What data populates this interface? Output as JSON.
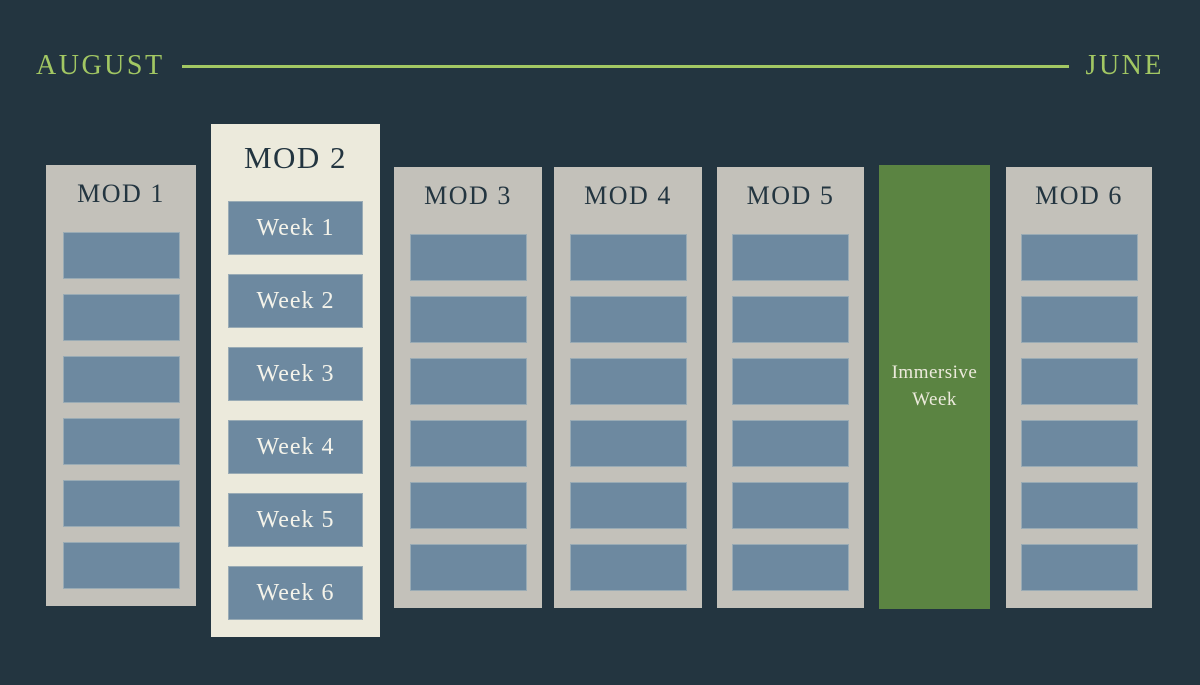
{
  "timeline": {
    "start_label": "AUGUST",
    "end_label": "JUNE"
  },
  "colors": {
    "background": "#233540",
    "column_fill": "#c3c1ba",
    "highlight_fill": "#eceadc",
    "week_block_fill": "#6d89a0",
    "immersive_fill": "#5b8442",
    "accent": "#a2c763",
    "title_text": "#233540",
    "week_label_text": "#f4f3ea"
  },
  "columns": [
    {
      "label": "MOD 1",
      "type": "standard",
      "week_count": 6
    },
    {
      "label": "MOD 2",
      "type": "highlighted",
      "weeks": [
        "Week 1",
        "Week 2",
        "Week 3",
        "Week 4",
        "Week 5",
        "Week 6"
      ]
    },
    {
      "label": "MOD 3",
      "type": "standard",
      "week_count": 6
    },
    {
      "label": "MOD 4",
      "type": "standard",
      "week_count": 6
    },
    {
      "label": "MOD 5",
      "type": "standard",
      "week_count": 6
    },
    {
      "label": "Immersive Week",
      "type": "immersive"
    },
    {
      "label": "MOD 6",
      "type": "standard",
      "week_count": 6
    }
  ]
}
